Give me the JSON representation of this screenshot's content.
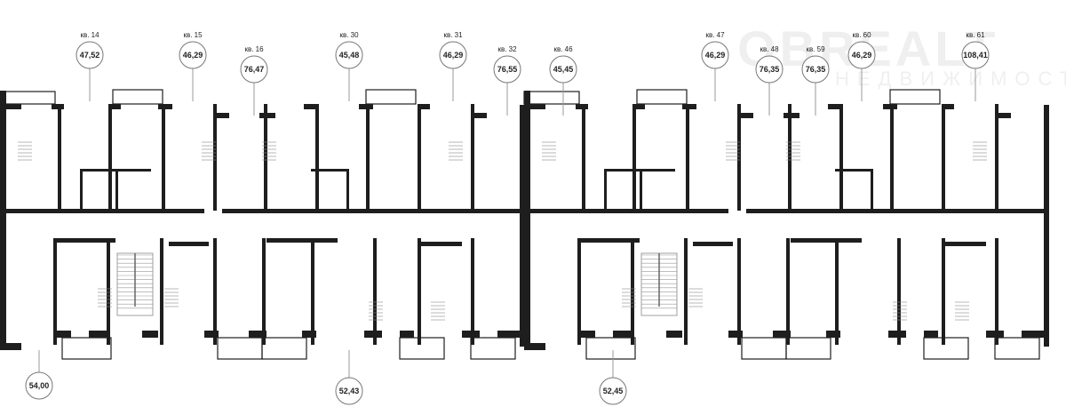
{
  "watermark": {
    "brand": "OBREALT",
    "tagline": "НЕДВИЖИМОСТЬ"
  },
  "apartments_top": [
    {
      "label": "кв. 14",
      "area": "47,52"
    },
    {
      "label": "кв. 15",
      "area": "46,29"
    },
    {
      "label": "кв. 16",
      "area": "76,47"
    },
    {
      "label": "кв. 30",
      "area": "45,48"
    },
    {
      "label": "кв. 31",
      "area": "46,29"
    },
    {
      "label": "кв. 32",
      "area": "76,55"
    },
    {
      "label": "кв. 46",
      "area": "45,45"
    },
    {
      "label": "кв. 47",
      "area": "46,29"
    },
    {
      "label": "кв. 48",
      "area": "76,35"
    },
    {
      "label": "кв. 59",
      "area": "76,35"
    },
    {
      "label": "кв. 60",
      "area": "46,29"
    },
    {
      "label": "кв. 61",
      "area": "108,41"
    }
  ],
  "apartments_bottom": [
    {
      "area": "54,00"
    },
    {
      "area": "52,43"
    },
    {
      "area": "52,45"
    }
  ],
  "colors": {
    "wall": "#1e1e1e",
    "line": "#999999",
    "text": "#222222"
  }
}
